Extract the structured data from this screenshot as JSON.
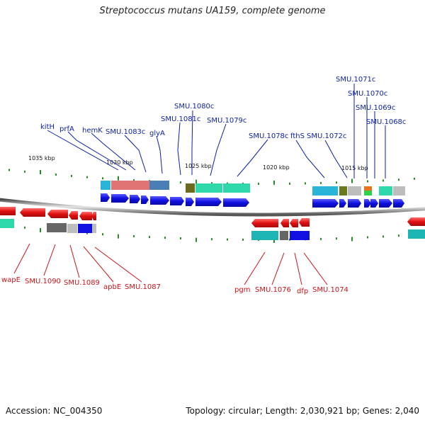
{
  "title": "Streptococcus mutans UA159, complete genome",
  "footer": {
    "accession": "Accession: NC_004350",
    "topology": "Topology: circular; Length: 2,030,921 bp; Genes: 2,040"
  },
  "colors": {
    "forward": "#1010e0",
    "reverse": "#e01010",
    "forward_label": "#0a1fa6",
    "reverse_label": "#c8151b",
    "backbone": "#666666",
    "tick": "#2a8a2a"
  },
  "scale_labels": [
    "1035 kbp",
    "1030 kbp",
    "1025 kbp",
    "1020 kbp",
    "1015 kbp"
  ],
  "forward_genes": [
    "kitH",
    "prfA",
    "hemK",
    "SMU.1083c",
    "glyA",
    "SMU.1081c",
    "SMU.1080c",
    "SMU.1079c",
    "SMU.1078c",
    "fthS",
    "SMU.1072c",
    "SMU.1071c",
    "SMU.1070c",
    "SMU.1069c",
    "SMU.1068c"
  ],
  "reverse_genes": [
    "wapE",
    "SMU.1090",
    "SMU.1089",
    "apbE",
    "SMU.1087",
    "pgm",
    "SMU.1076",
    "dfp",
    "SMU.1074"
  ]
}
